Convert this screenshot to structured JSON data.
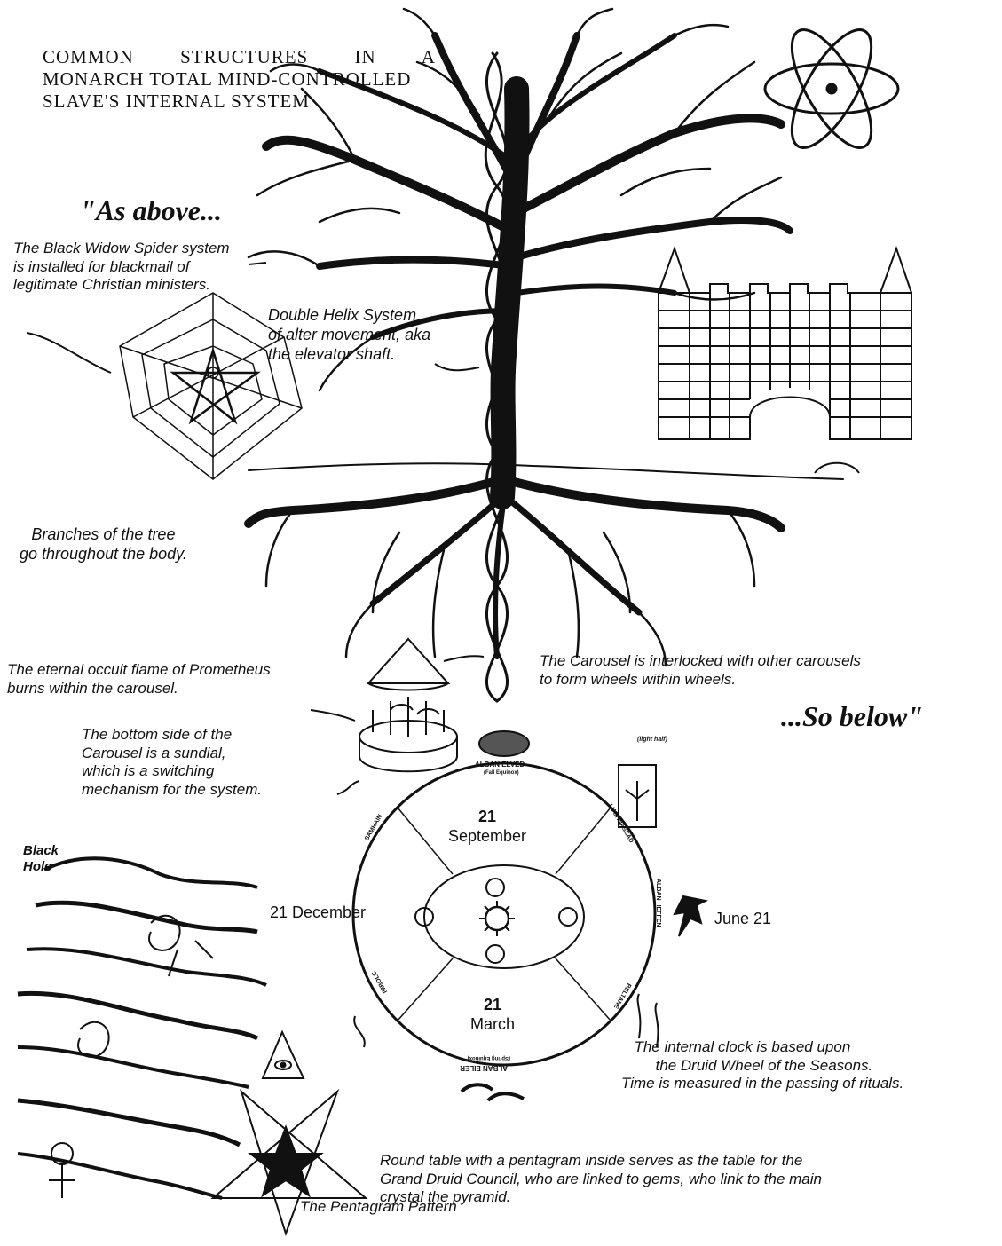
{
  "heading": {
    "line1": "COMMON STRUCTURES IN A",
    "line2": "MONARCH TOTAL MIND-CONTROLLED",
    "line3": "SLAVE'S INTERNAL SYSTEM"
  },
  "mottos": {
    "above": "\"As above...",
    "below": "...So below\""
  },
  "captions": {
    "black_widow": {
      "line1": "The Black Widow Spider system",
      "line2": "is installed for blackmail of",
      "line3": "legitimate Christian ministers."
    },
    "double_helix": {
      "line1": "Double Helix System",
      "line2": "of alter movement, aka",
      "line3": "the elevator shaft."
    },
    "branches": {
      "line1": "Branches of the tree",
      "line2": "go throughout the body."
    },
    "flame": {
      "line1": "The eternal occult flame of Prometheus",
      "line2": "burns within the carousel."
    },
    "carousel_interlock": {
      "line1": "The Carousel is interlocked with other carousels",
      "line2": "to form wheels within wheels."
    },
    "sundial": {
      "line1": "The bottom side of the",
      "line2": "Carousel is a sundial,",
      "line3": "which is a switching",
      "line4": "mechanism for the system."
    },
    "black_hole": {
      "line1": "Black",
      "line2": "Hole"
    },
    "internal_clock": {
      "line1": "The internal clock is based upon",
      "line2": "the Druid Wheel of the Seasons.",
      "line3": "Time is measured in the passing of rituals."
    },
    "round_table": {
      "line1": "Round table with a pentagram inside serves as the table for the",
      "line2": "Grand Druid Council, who are linked to gems, who link to the main",
      "line3": "crystal the pyramid."
    },
    "pentagram_pattern": "The Pentagram Pattern"
  },
  "wheel": {
    "top_num": "21",
    "top_month": "September",
    "bottom_num": "21",
    "bottom_month": "March",
    "left": "21 December",
    "right": "June 21",
    "light_half": "(light half)",
    "alban_elved": "ALBAN ELVED",
    "fall_equinox": "(Fall Equinox)",
    "lughnassad": "LUGHNASSAD",
    "alban_heffen": "ALBAN HEFFEN",
    "samhain": "SAMHAIN",
    "imbolc": "IMBOLC",
    "beltane": "BELTANE",
    "alban_eiler": "ALBAN EILER",
    "spring_equinox": "(Spring Equinox)"
  },
  "colors": {
    "ink": "#111111",
    "paper": "#ffffff"
  }
}
